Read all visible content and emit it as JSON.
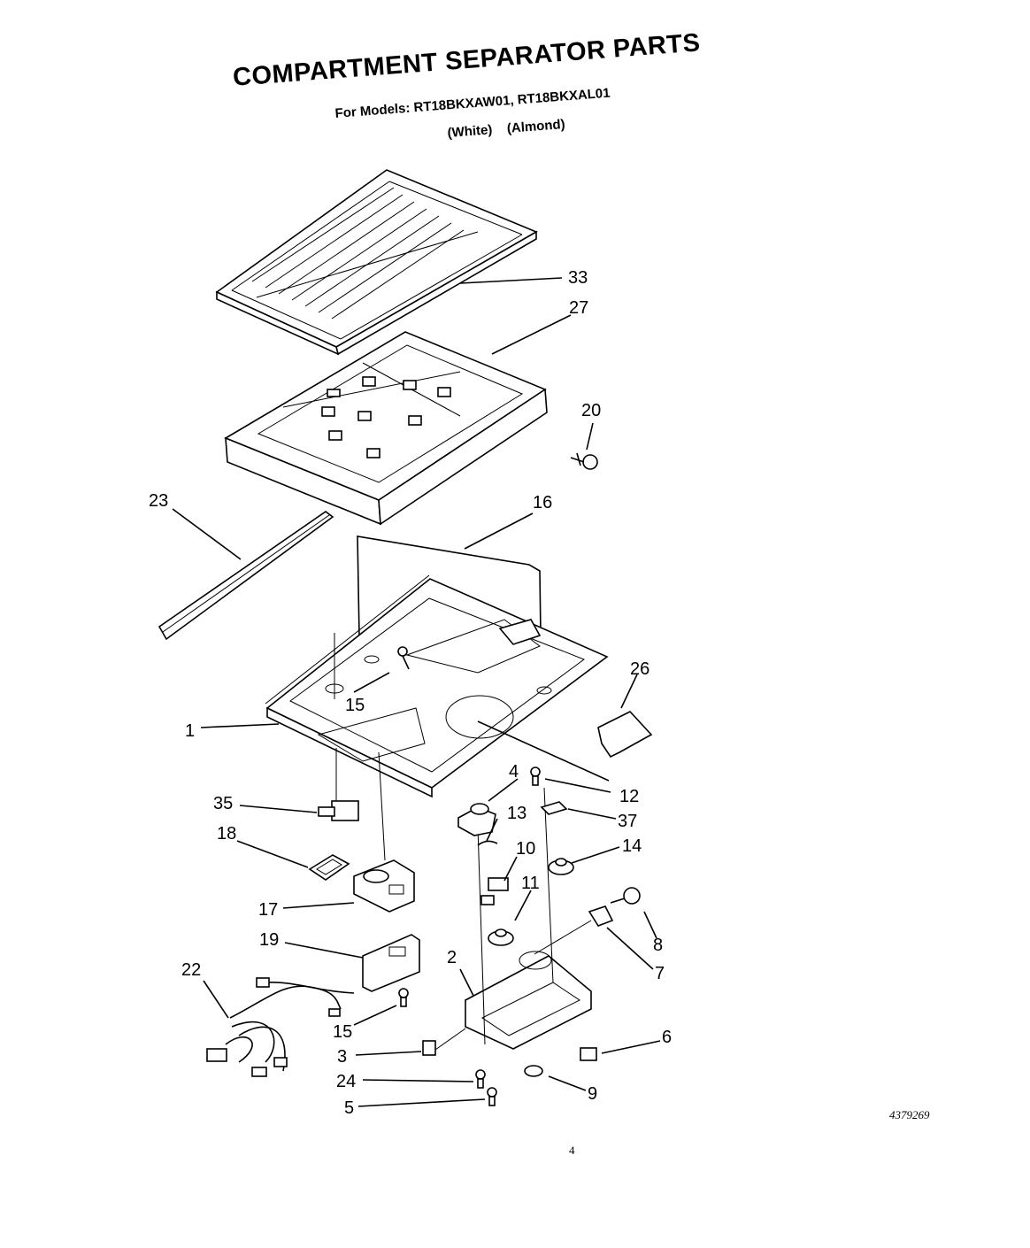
{
  "header": {
    "title": "COMPARTMENT SEPARATOR PARTS",
    "subtitle": "For Models: RT18BKXAW01, RT18BKXAL01",
    "color_white": "(White)",
    "color_almond": "(Almond)"
  },
  "footer": {
    "doc_number": "4379269",
    "page_number": "4"
  },
  "callouts": {
    "c33": "33",
    "c27": "27",
    "c20": "20",
    "c23": "23",
    "c16": "16",
    "c26": "26",
    "c15a": "15",
    "c1": "1",
    "c4": "4",
    "c12": "12",
    "c35": "35",
    "c13": "13",
    "c37": "37",
    "c18": "18",
    "c10": "10",
    "c14": "14",
    "c11": "11",
    "c17": "17",
    "c8": "8",
    "c19": "19",
    "c7": "7",
    "c2": "2",
    "c22": "22",
    "c15b": "15",
    "c6": "6",
    "c3": "3",
    "c9": "9",
    "c24": "24",
    "c5": "5"
  }
}
